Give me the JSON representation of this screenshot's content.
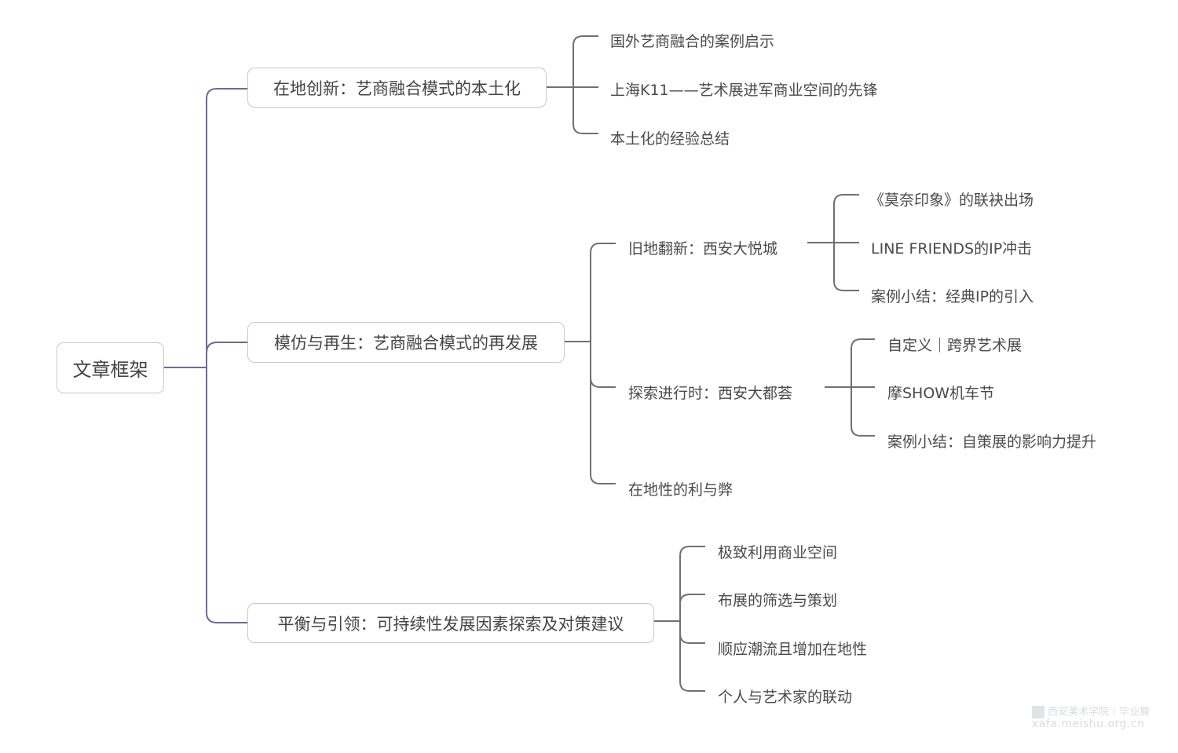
{
  "root": {
    "label": "文章框架"
  },
  "branches": [
    {
      "label": "在地创新：艺商融合模式的本土化",
      "children": [
        {
          "label": "国外艺商融合的案例启示"
        },
        {
          "label": "上海K11——艺术展进军商业空间的先锋"
        },
        {
          "label": "本土化的经验总结"
        }
      ]
    },
    {
      "label": "模仿与再生：艺商融合模式的再发展",
      "children": [
        {
          "label": "旧地翻新：西安大悦城",
          "children": [
            {
              "label": "《莫奈印象》的联袂出场"
            },
            {
              "label": "LINE FRIENDS的IP冲击"
            },
            {
              "label": "案例小结：经典IP的引入"
            }
          ]
        },
        {
          "label": "探索进行时：西安大都荟",
          "children": [
            {
              "label": "自定义｜跨界艺术展"
            },
            {
              "label": "摩SHOW机车节"
            },
            {
              "label": "案例小结：自策展的影响力提升"
            }
          ]
        },
        {
          "label": "在地性的利与弊"
        }
      ]
    },
    {
      "label": "平衡与引领：可持续性发展因素探索及对策建议",
      "children": [
        {
          "label": "极致利用商业空间"
        },
        {
          "label": "布展的筛选与策划"
        },
        {
          "label": "顺应潮流且增加在地性"
        },
        {
          "label": "个人与艺术家的联动"
        }
      ]
    }
  ],
  "colors": {
    "root_connector": "#6b6b9e",
    "branch_connector": "#6f6f6f",
    "node_border": "#c8c8c8",
    "text": "#444444"
  },
  "watermark": {
    "title": "西安美术学院｜毕业展",
    "url": "xafa.meishu.org.cn"
  }
}
